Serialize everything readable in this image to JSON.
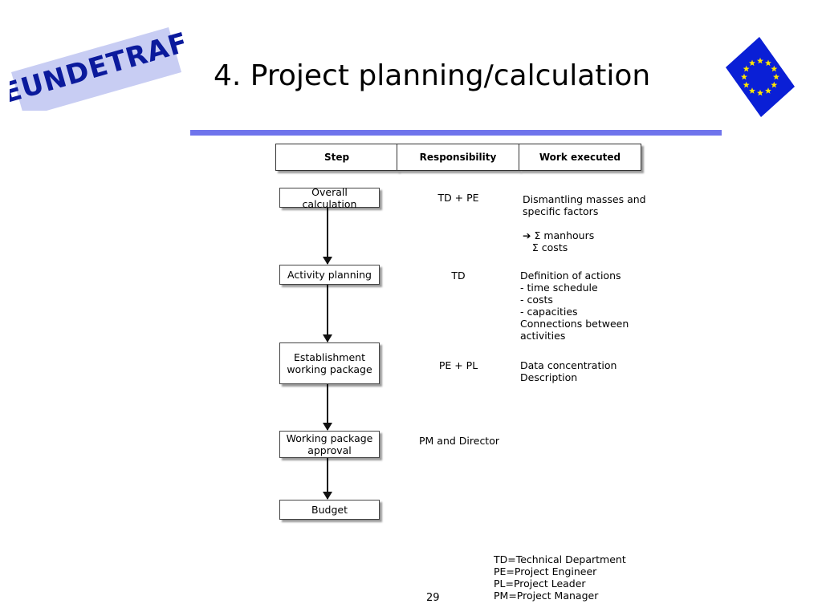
{
  "logo": {
    "text": "EUNDETRAF",
    "color": "#0b1a9c",
    "bg": "#c8cdf3"
  },
  "title": "4. Project planning/calculation",
  "flag": {
    "bg": "#0a1fd6",
    "star": "#ffe600"
  },
  "accent_rule_color": "#6f74ec",
  "headers": {
    "step": "Step",
    "responsibility": "Responsibility",
    "work": "Work executed"
  },
  "steps": [
    {
      "name": "Overall calculation",
      "responsibility": "TD + PE",
      "work": [
        "Dismantling masses and",
        "specific factors",
        "",
        "➔ Σ manhours",
        "   Σ costs"
      ]
    },
    {
      "name": "Activity planning",
      "responsibility": "TD",
      "work": [
        "Definition of actions",
        "- time schedule",
        "- costs",
        "- capacities",
        "Connections between",
        "activities"
      ]
    },
    {
      "name": "Establishment working package",
      "responsibility": "PE + PL",
      "work": [
        "Data concentration",
        "Description"
      ]
    },
    {
      "name": "Working package approval",
      "responsibility": "PM and Director",
      "work": []
    },
    {
      "name": "Budget",
      "responsibility": "",
      "work": []
    }
  ],
  "legend": [
    "TD=Technical Department",
    "PE=Project Engineer",
    "PL=Project Leader",
    "PM=Project Manager"
  ],
  "page_number": "29"
}
